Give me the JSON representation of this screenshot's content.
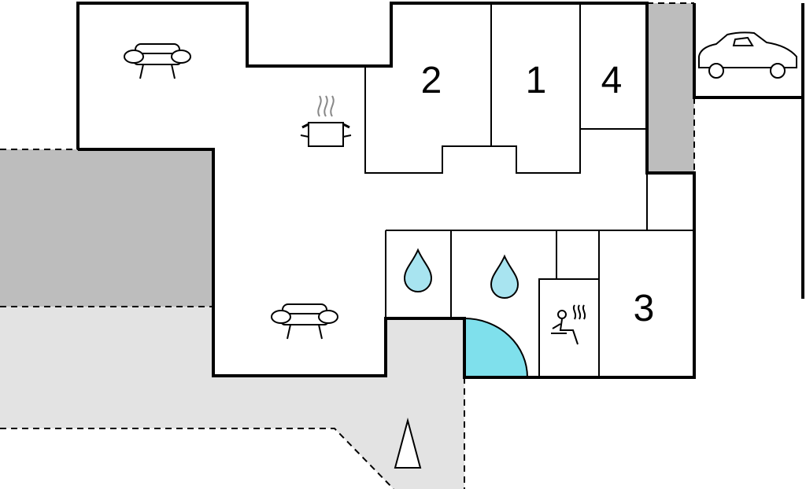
{
  "floorplan": {
    "rooms": [
      {
        "id": "bedroom-2",
        "label": "2"
      },
      {
        "id": "bedroom-1",
        "label": "1"
      },
      {
        "id": "bedroom-4",
        "label": "4"
      },
      {
        "id": "bedroom-3",
        "label": "3"
      }
    ],
    "icons": [
      "sofa-icon",
      "cooking-pot-icon",
      "sofa-icon",
      "water-drop-icon",
      "water-drop-icon",
      "sauna-icon",
      "car-icon",
      "north-arrow-icon"
    ],
    "colors": {
      "wall": "#000000",
      "outdoor_dark": "#bdbdbd",
      "outdoor_light": "#e3e3e3",
      "water": "#a8e4f0",
      "pool": "#7fe0ec",
      "background": "#ffffff"
    }
  }
}
